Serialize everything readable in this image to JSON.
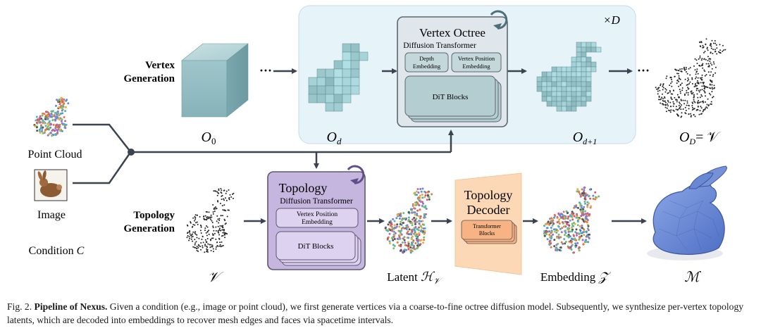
{
  "labels": {
    "vertex_gen_line1": "Vertex",
    "vertex_gen_line2": "Generation",
    "topology_gen_line1": "Topology",
    "topology_gen_line2": "Generation",
    "point_cloud": "Point Cloud",
    "image": "Image",
    "condition": "Condition",
    "condition_symbol": "C",
    "repeat": "×D",
    "dots": "···"
  },
  "vertex_octree": {
    "title": "Vertex Octree",
    "subtitle": "Diffusion Transformer",
    "depth_emb_1": "Depth",
    "depth_emb_2": "Embedding",
    "vpos_emb_1": "Vertex Position",
    "vpos_emb_2": "Embedding",
    "dit": "DiT Blocks"
  },
  "topology_dit": {
    "title": "Topology",
    "subtitle": "Diffusion Transformer",
    "vpos_emb_1": "Vertex Position",
    "vpos_emb_2": "Embedding",
    "dit": "DiT Blocks"
  },
  "topology_decoder": {
    "title_1": "Topology",
    "title_2": "Decoder",
    "tb_1": "Transformer",
    "tb_2": "Blocks"
  },
  "stage_labels": {
    "o0": "O",
    "o0_sub": "0",
    "od": "O",
    "od_sub": "d",
    "od1": "O",
    "od1_sub": "d+1",
    "oD": "O",
    "oD_sub": "D",
    "oD_eq": "= 𝒱",
    "v": "𝒱",
    "latent": "Latent",
    "latent_sym": "ℋ",
    "latent_sub": "𝒱",
    "embedding": "Embedding",
    "embedding_sym": "𝒵",
    "mesh": "ℳ"
  },
  "caption": {
    "fig": "Fig. 2.",
    "title": "Pipeline of Nexus.",
    "text": "Given a condition (e.g., image or point cloud), we first generate vertices via a coarse-to-fine octree diffusion model. Subsequently, we synthesize per-vertex topology latents, which are decoded into embeddings to recover mesh edges and faces via spacetime intervals."
  },
  "colors": {
    "octree_panel": "#e6f3f8",
    "octree_box": "#dfe6ec",
    "voxel": "#9cc5c9",
    "topology_box": "#c5b6df",
    "topology_inner": "#ddd2f0",
    "decoder": "#fcd8b7",
    "decoder_inner": "#f7b384",
    "mesh": "#6d8fd6",
    "arrow": "#3b4350"
  }
}
